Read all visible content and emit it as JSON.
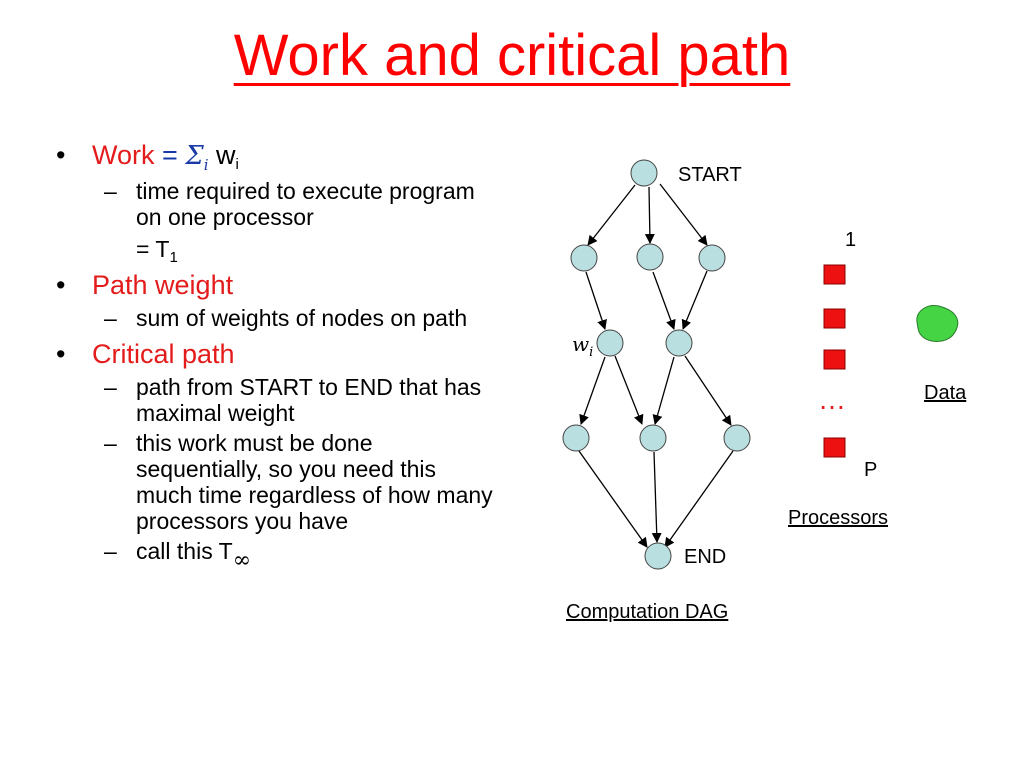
{
  "slide": {
    "title": "Work and critical path"
  },
  "bullets": {
    "work_label": "Work",
    "work_equals": "=",
    "work_sigma": "Σ",
    "work_sigma_sub": "i",
    "work_w": "w",
    "work_w_sub": "i",
    "work_desc": "time required to execute program on one processor",
    "work_eq_prefix": "=  T",
    "work_eq_sub": "1",
    "path_weight_label": "Path weight",
    "path_weight_desc": "sum of weights of nodes on path",
    "critical_path_label": "Critical path",
    "critical_desc_1": "path from START to END that has maximal weight",
    "critical_desc_2": "this work must be done sequentially, so you need this much time regardless of how many processors you have",
    "critical_desc_3_prefix": "call this T",
    "critical_desc_3_sub": "∞"
  },
  "dag": {
    "start_label": "START",
    "end_label": "END",
    "node_label_w": "w",
    "node_label_sub": "i",
    "caption": "Computation DAG",
    "node_color": "#b9dfe0"
  },
  "processors": {
    "first_label": "1",
    "ellipsis": "…",
    "last_label": "P",
    "caption": "Processors",
    "color": "#ee1111"
  },
  "data_blob": {
    "caption": "Data",
    "color": "#44d444"
  }
}
